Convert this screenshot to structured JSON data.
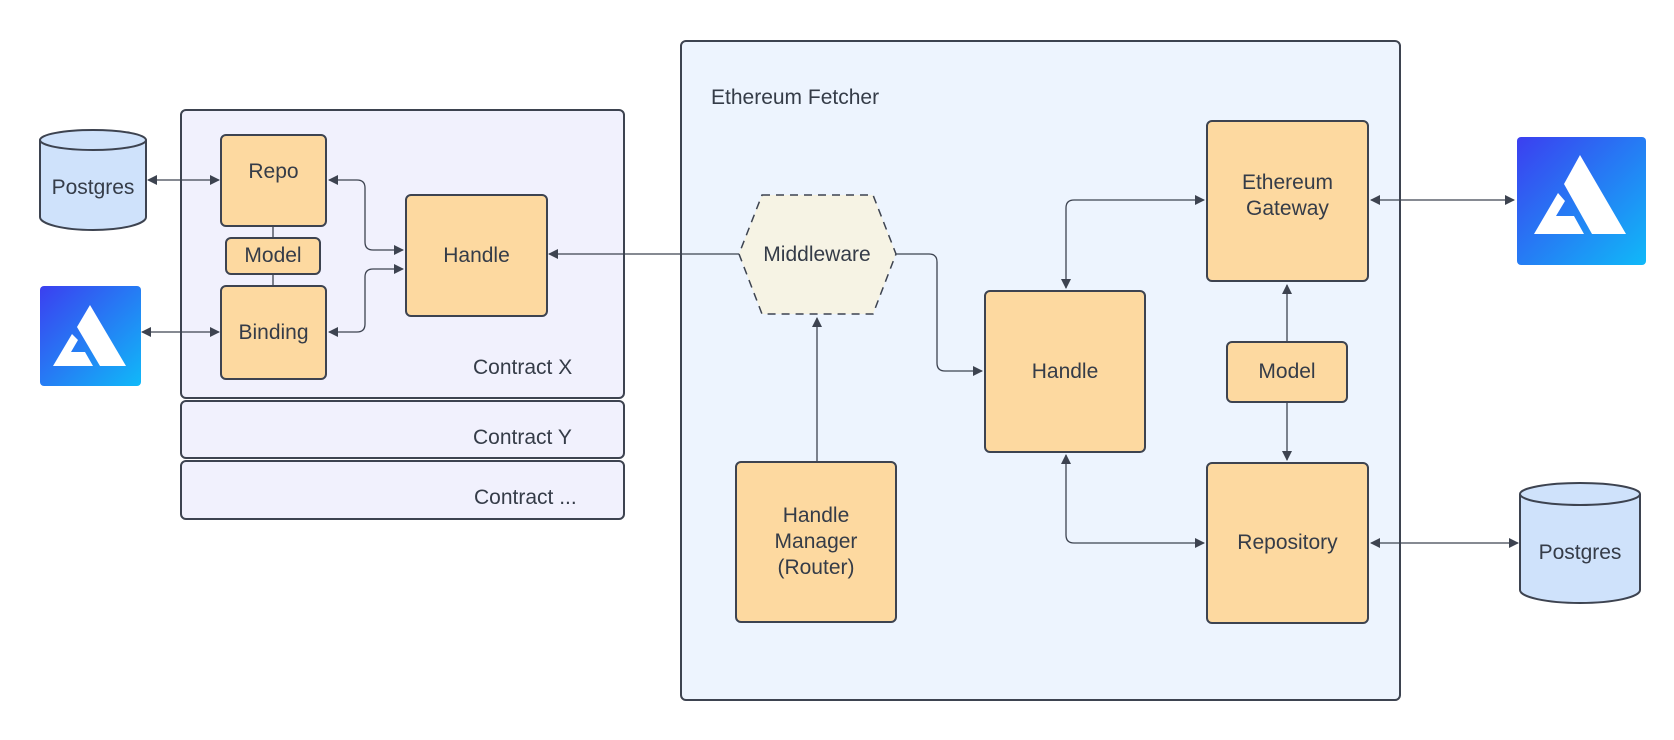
{
  "contract_panel": {
    "repo": "Repo",
    "model": "Model",
    "binding": "Binding",
    "handle": "Handle",
    "contract_x": "Contract X",
    "contract_y": "Contract Y",
    "contract_more": "Contract ..."
  },
  "external_left": {
    "postgres": "Postgres",
    "logo_icon": "alchemy-logo-icon"
  },
  "fetcher": {
    "title": "Ethereum Fetcher",
    "middleware": "Middleware",
    "handle_manager": "Handle\nManager\n(Router)",
    "handle": "Handle",
    "gateway": "Ethereum\nGateway",
    "model": "Model",
    "repository": "Repository"
  },
  "external_right": {
    "postgres": "Postgres",
    "logo_icon": "alchemy-logo-icon"
  },
  "colors": {
    "component_fill": "#fdd9a0",
    "fetcher_bg": "#edf4fe",
    "contract_bg": "#f1f1fd",
    "db_fill": "#cfe2fb",
    "middleware_fill": "#f6f3e4",
    "logo_gradient_start": "#3b3ff0",
    "logo_gradient_end": "#10b9f8",
    "stroke": "#3d4350"
  }
}
